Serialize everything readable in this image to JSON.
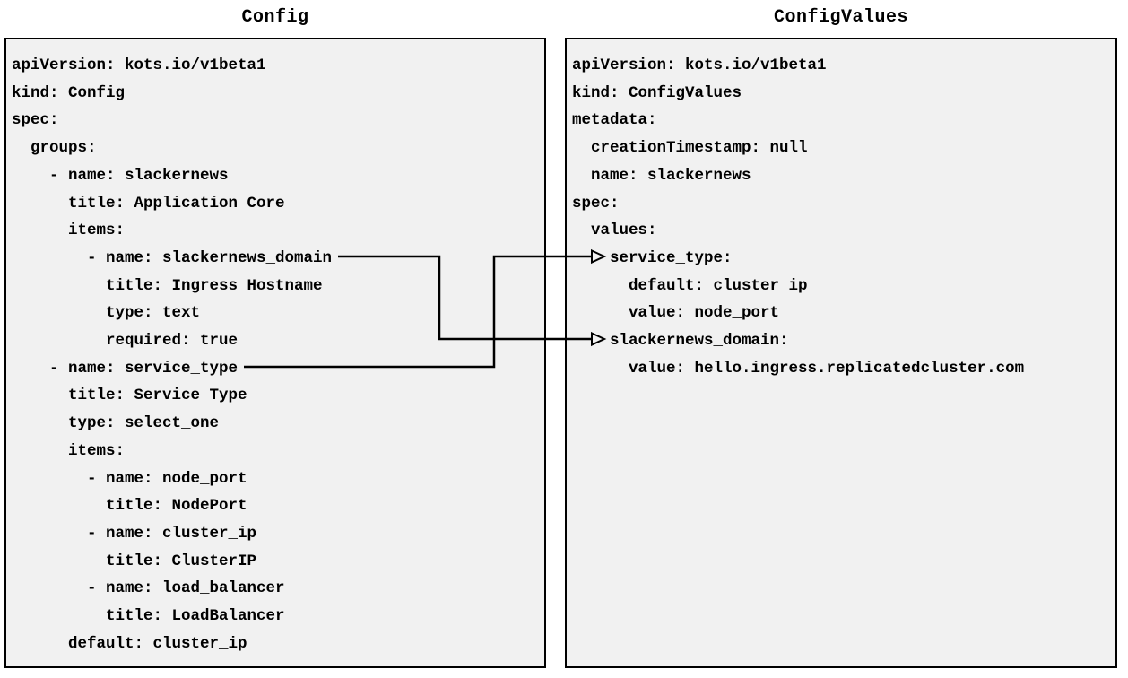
{
  "colors": {
    "page_background": "#ffffff",
    "panel_background": "#f1f1f1",
    "panel_border": "#000000",
    "code_text": "#000000",
    "arrow": "#000000"
  },
  "diagram": {
    "left_panel": {
      "title": "Config",
      "code_lines": [
        "apiVersion: kots.io/v1beta1",
        "kind: Config",
        "spec:",
        "  groups:",
        "    - name: slackernews",
        "      title: Application Core",
        "      items:",
        "        - name: slackernews_domain",
        "          title: Ingress Hostname",
        "          type: text",
        "          required: true",
        "    - name: service_type",
        "      title: Service Type",
        "      type: select_one",
        "      items:",
        "        - name: node_port",
        "          title: NodePort",
        "        - name: cluster_ip",
        "          title: ClusterIP",
        "        - name: load_balancer",
        "          title: LoadBalancer",
        "      default: cluster_ip"
      ]
    },
    "right_panel": {
      "title": "ConfigValues",
      "code_lines": [
        "apiVersion: kots.io/v1beta1",
        "kind: ConfigValues",
        "metadata:",
        "  creationTimestamp: null",
        "  name: slackernews",
        "spec:",
        "  values:",
        "    service_type:",
        "      default: cluster_ip",
        "      value: node_port",
        "    slackernews_domain:",
        "      value: hello.ingress.replicatedcluster.com"
      ]
    },
    "connections": [
      {
        "from_panel": "Config",
        "from_item": "- name: service_type",
        "to_panel": "ConfigValues",
        "to_item": "service_type:"
      },
      {
        "from_panel": "Config",
        "from_item": "- name: slackernews_domain",
        "to_panel": "ConfigValues",
        "to_item": "slackernews_domain:"
      }
    ]
  }
}
